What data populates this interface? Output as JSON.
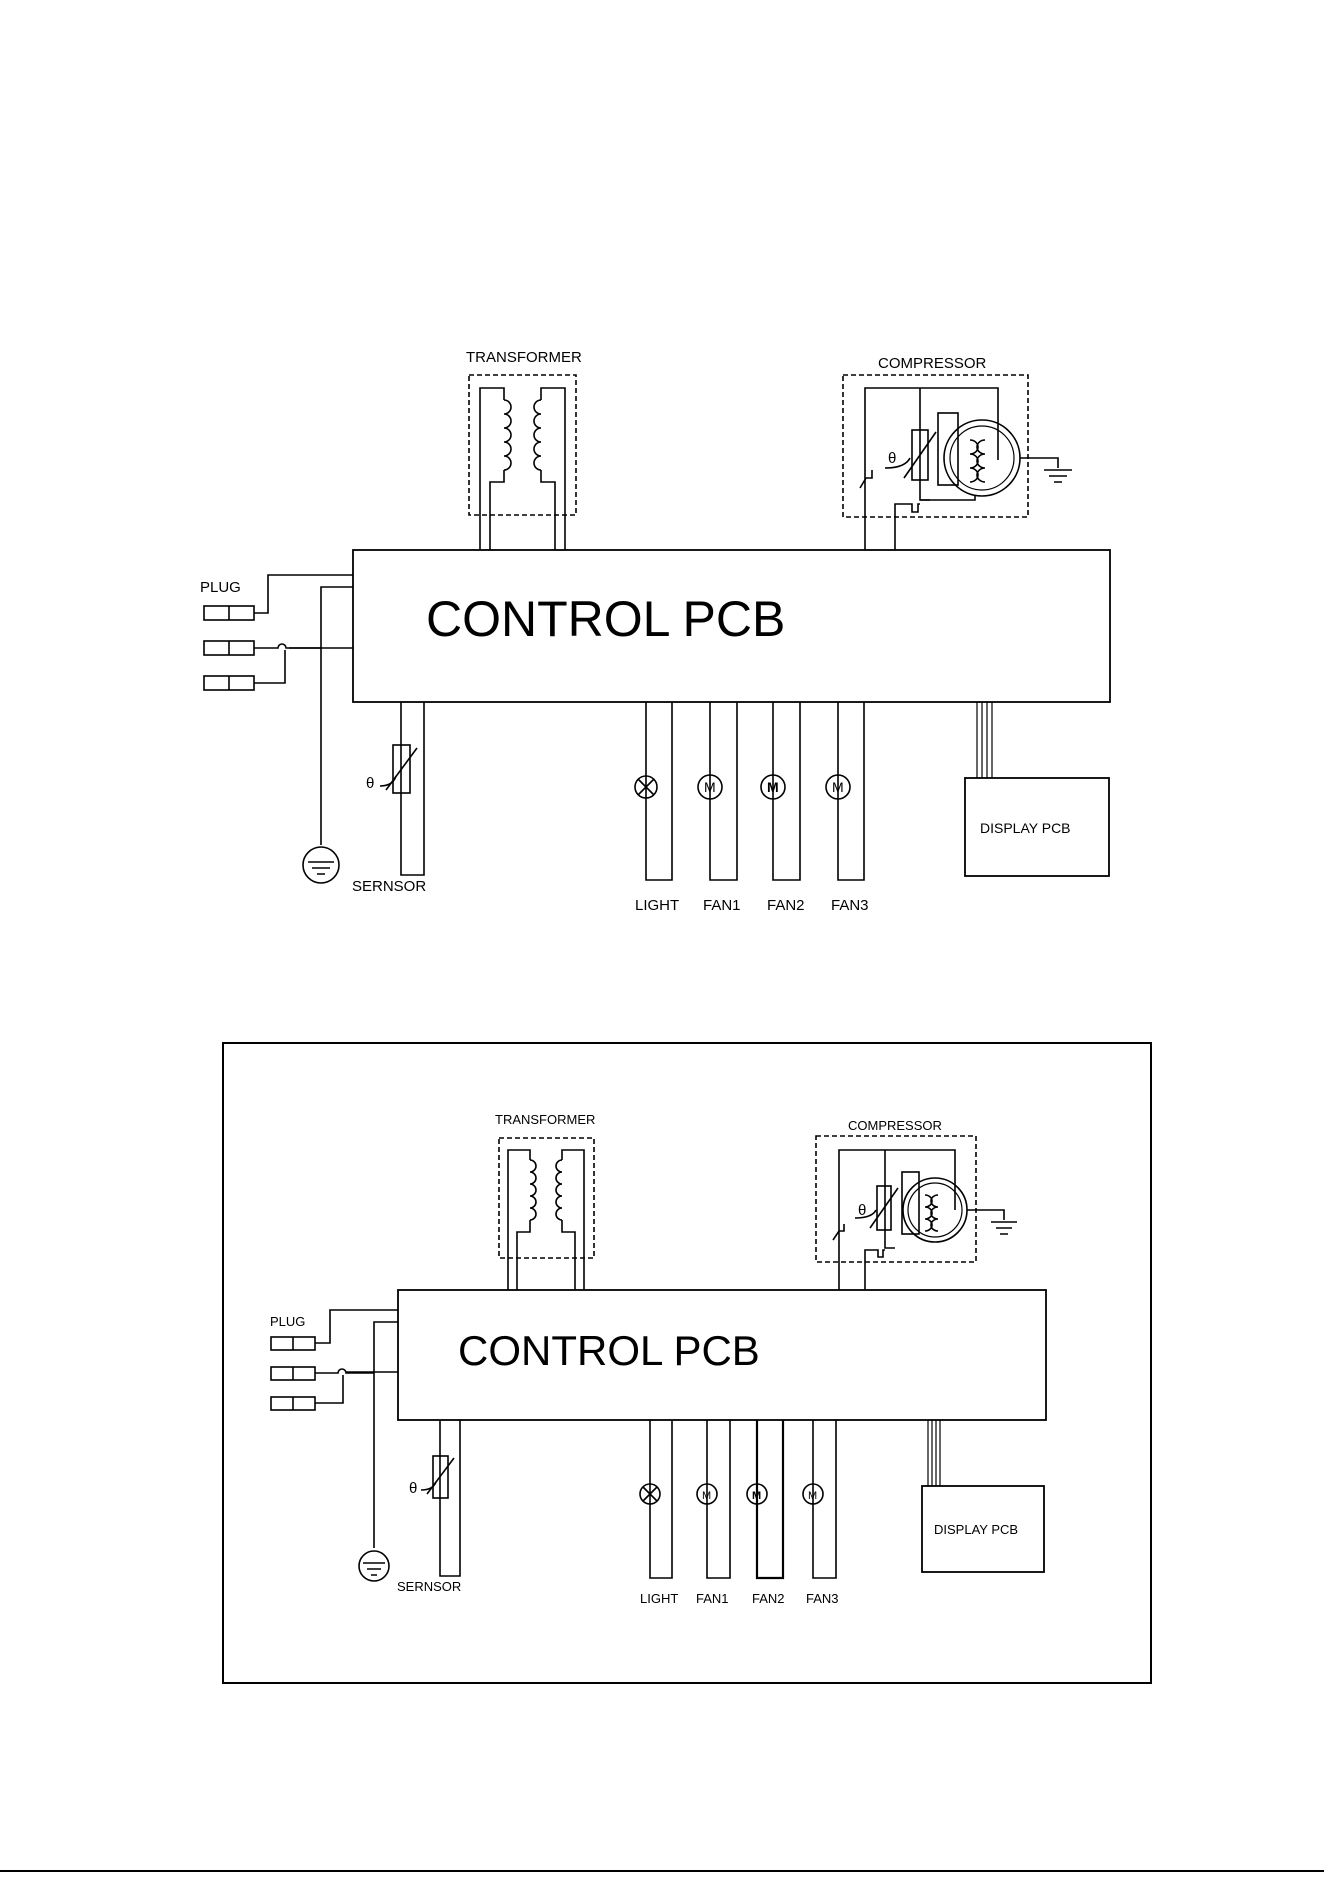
{
  "diagrams": [
    {
      "labels": {
        "transformer": "TRANSFORMER",
        "compressor": "COMPRESSOR",
        "control_pcb": "CONTROL PCB",
        "plug": "PLUG",
        "sensor": "SERNSOR",
        "light": "LIGHT",
        "fan1": "FAN1",
        "fan2": "FAN2",
        "fan3": "FAN3",
        "display_pcb": "DISPLAY PCB",
        "theta_compressor": "θ",
        "theta_sensor": "θ",
        "motor_fan1": "M",
        "motor_fan2": "M",
        "motor_fan3": "M"
      }
    },
    {
      "labels": {
        "transformer": "TRANSFORMER",
        "compressor": "COMPRESSOR",
        "control_pcb": "CONTROL PCB",
        "plug": "PLUG",
        "sensor": "SERNSOR",
        "light": "LIGHT",
        "fan1": "FAN1",
        "fan2": "FAN2",
        "fan3": "FAN3",
        "display_pcb": "DISPLAY PCB",
        "theta_compressor": "θ",
        "theta_sensor": "θ",
        "motor_fan1": "M",
        "motor_fan2": "M",
        "motor_fan3": "M"
      }
    }
  ]
}
